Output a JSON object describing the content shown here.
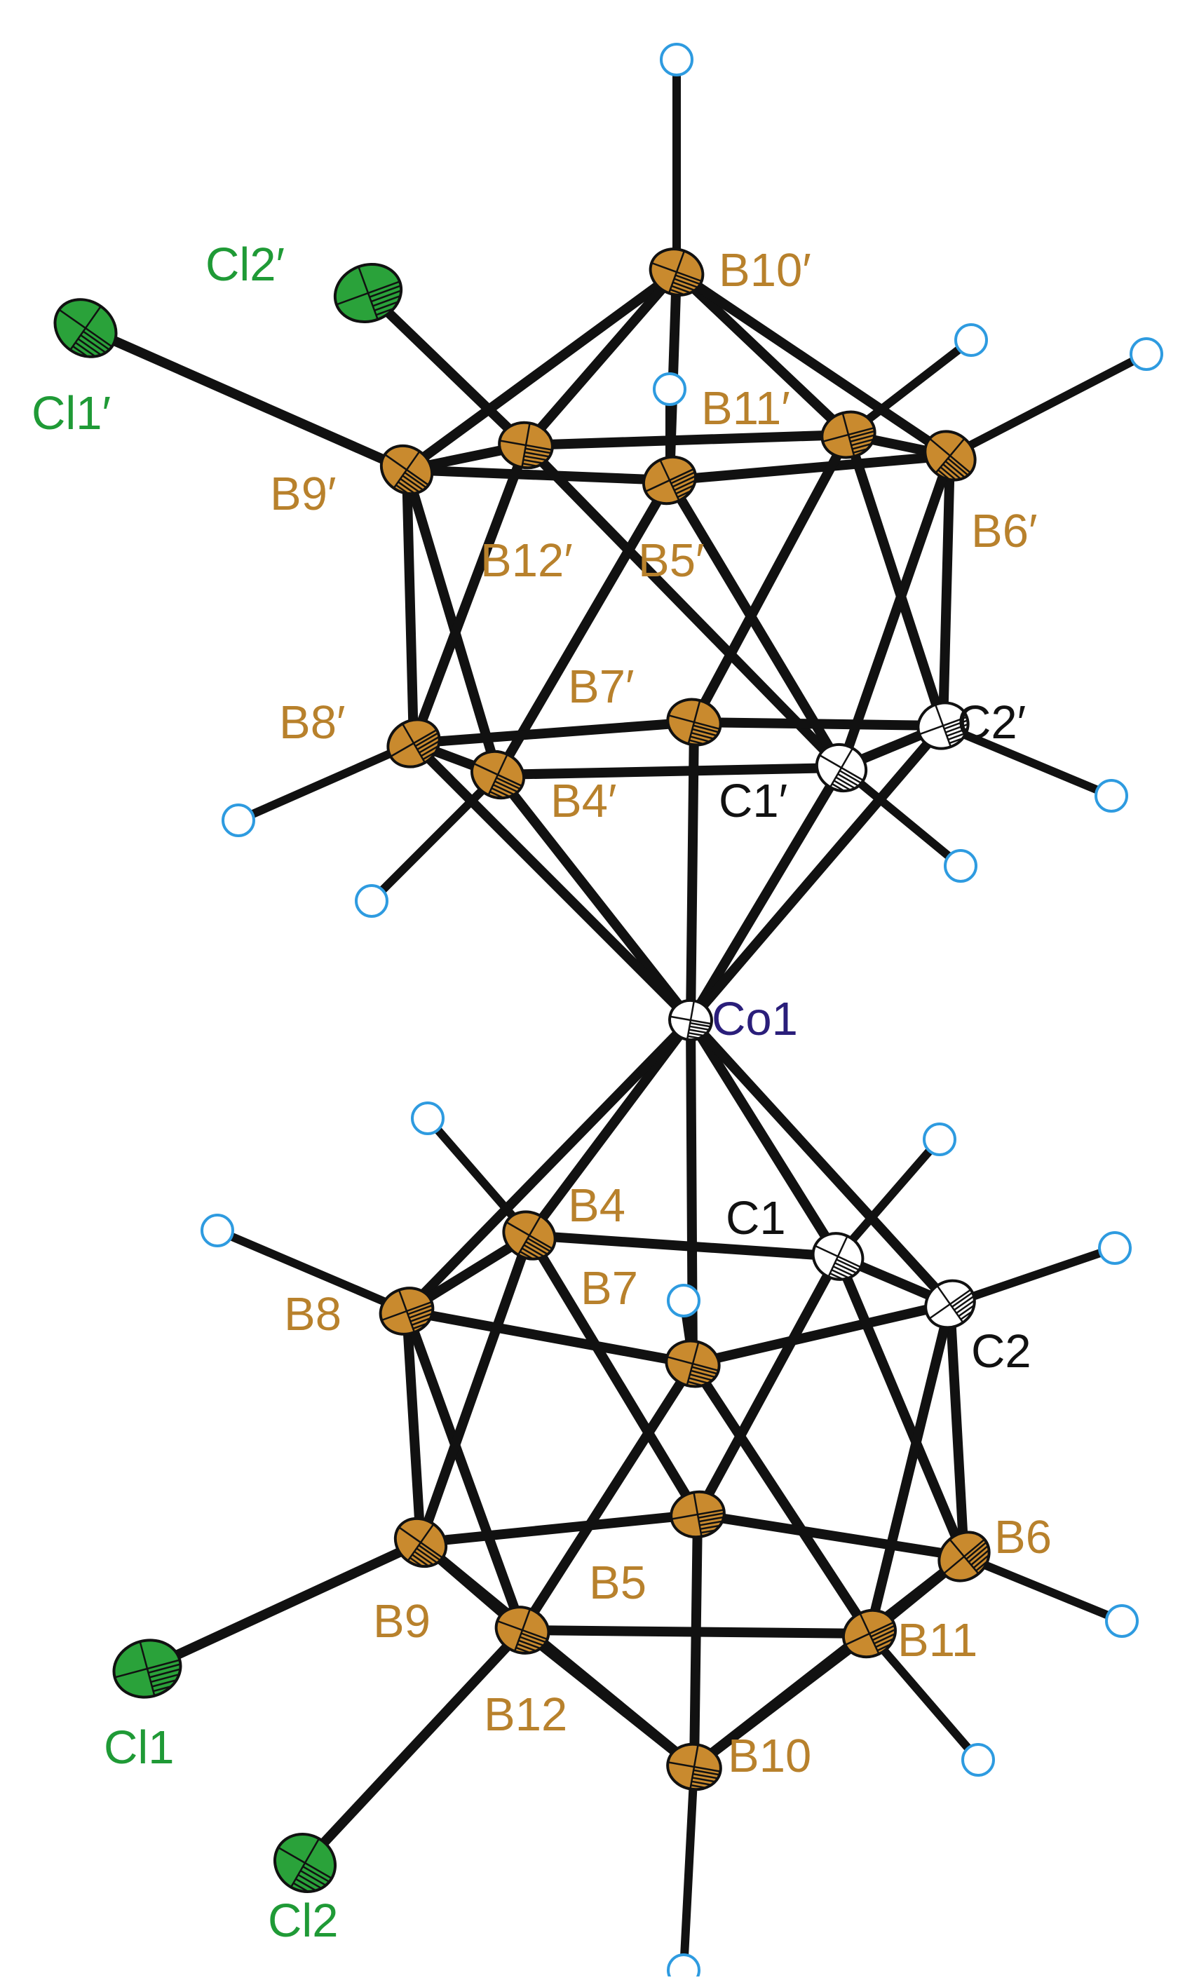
{
  "colors": {
    "boron": "#c98a2e",
    "chlorine": "#2aa23a",
    "cobalt": "#2a1e7a",
    "carbon": "#ffffff",
    "hydrogen": "#2e9be0",
    "bond": "#111111",
    "label_boron": "#b8812c",
    "label_chlorine": "#1f9a36",
    "label_cobalt": "#2a1e7a",
    "label_carbon": "#111111"
  },
  "labels": {
    "co1": "Co1",
    "b10p": "B10′",
    "cl2p": "Cl2′",
    "cl1p": "Cl1′",
    "b11p": "B11′",
    "b9p": "B9′",
    "b12p": "B12′",
    "b5p": "B5′",
    "b6p": "B6′",
    "b7p": "B7′",
    "b8p": "B8′",
    "c2p": "C2′",
    "c1p": "C1′",
    "b4p": "B4′",
    "b4": "B4",
    "c1": "C1",
    "b7": "B7",
    "b8": "B8",
    "c2": "C2",
    "b6": "B6",
    "b5": "B5",
    "b9": "B9",
    "b11": "B11",
    "cl1": "Cl1",
    "b12": "B12",
    "b10": "B10",
    "cl2": "Cl2"
  }
}
